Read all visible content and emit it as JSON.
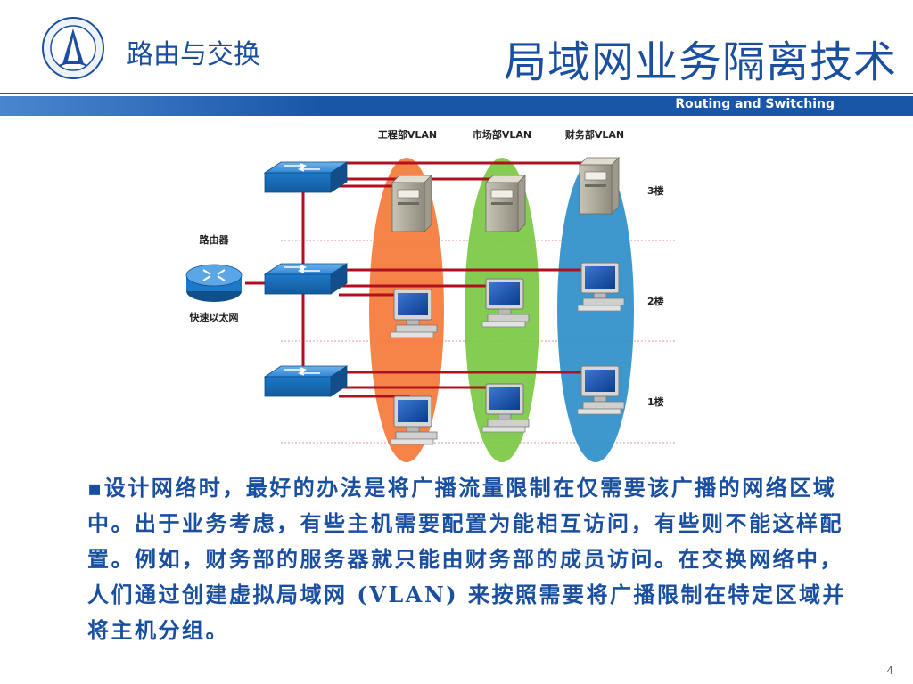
{
  "header": {
    "course_title": "路由与交换",
    "slide_title": "局域网业务隔离技术",
    "subtitle": "Routing and Switching"
  },
  "diagram": {
    "vlan_labels": [
      "工程部VLAN",
      "市场部VLAN",
      "财务部VLAN"
    ],
    "floor_labels": [
      "3楼",
      "2楼",
      "1楼"
    ],
    "router_label": "路由器",
    "router_caption": "快速以太网",
    "colors": {
      "vlan_engineering": "#f57a3a",
      "vlan_marketing": "#7ac943",
      "vlan_finance": "#2e8fc9",
      "link": "#b01020",
      "switch": "#1e78c8"
    }
  },
  "body": {
    "bullet": "▪",
    "paragraph": "设计网络时，最好的办法是将广播流量限制在仅需要该广播的网络区域中。出于业务考虑，有些主机需要配置为能相互访问，有些则不能这样配置。例如，财务部的服务器就只能由财务部的成员访问。在交换网络中，人们通过创建虚拟局域网 (VLAN) 来按照需要将广播限制在特定区域并将主机分组。"
  },
  "page_number": "4"
}
